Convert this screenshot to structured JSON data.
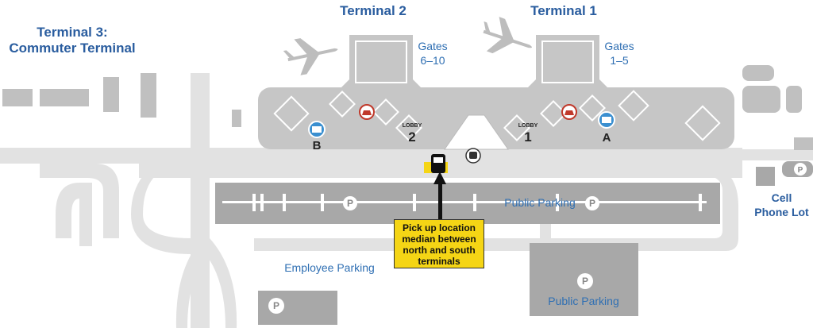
{
  "colors": {
    "building": "#c8c8c8",
    "road": "#e2e2e2",
    "parking": "#a8a8a8",
    "label": "#2f6fb3",
    "callout": "#f5d515",
    "baggage_icon": "#3a8fd0",
    "restaurant_icon": "#c0392b"
  },
  "terminals": {
    "t3_line1": "Terminal 3:",
    "t3_line2": "Commuter Terminal",
    "t2": "Terminal 2",
    "t1": "Terminal 1"
  },
  "gates": {
    "t2": {
      "line1": "Gates",
      "line2": "6–10"
    },
    "t1": {
      "line1": "Gates",
      "line2": "1–5"
    }
  },
  "lobbies": {
    "l2": {
      "word": "LOBBY",
      "number": "2"
    },
    "l1": {
      "word": "LOBBY",
      "number": "1"
    }
  },
  "doors": {
    "b": "B",
    "a": "A"
  },
  "parking": {
    "public_main": "Public Parking",
    "public_lot": "Public Parking",
    "employee": "Employee Parking",
    "parking_symbol": "P"
  },
  "cell_lot": {
    "line1": "Cell",
    "line2": "Phone Lot"
  },
  "callout": {
    "line1": "Pick up location",
    "line2": "median between",
    "line3": "north and south",
    "line4": "terminals"
  },
  "icons": [
    "airplane-icon",
    "baggage-claim-icon",
    "restaurant-icon",
    "taxi-icon",
    "bus-icon",
    "parking-icon"
  ]
}
